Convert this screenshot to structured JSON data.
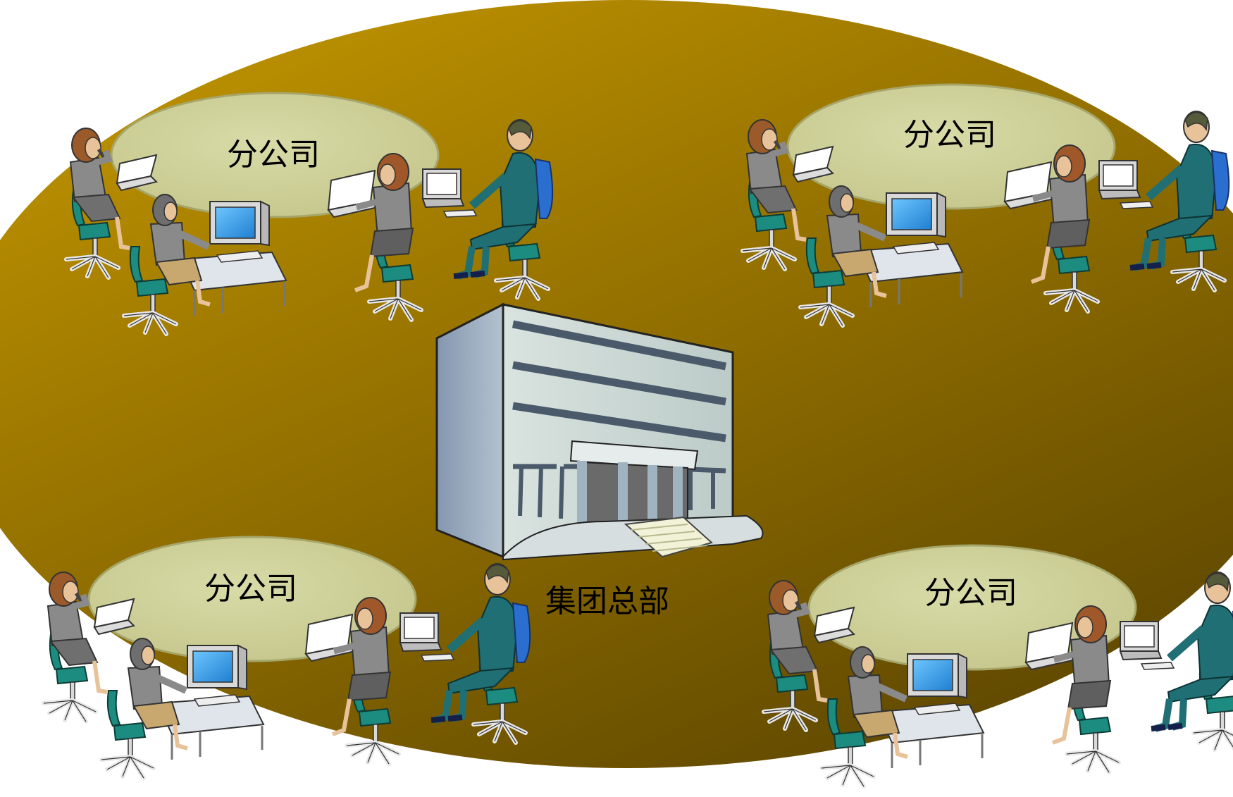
{
  "headquarters": {
    "label": "集团总部"
  },
  "branches": [
    {
      "label": "分公司"
    },
    {
      "label": "分公司"
    },
    {
      "label": "分公司"
    },
    {
      "label": "分公司"
    }
  ],
  "colors": {
    "platform_light": "#c89a00",
    "platform_dark": "#5e4700",
    "branch_table": "#cdcf95",
    "building_front": "#c8d4cf",
    "building_side": "#8fa0b4",
    "shirt_teal": "#1f6f74",
    "chair_teal": "#1d8c80",
    "chair_blue": "#2a6fd0",
    "suit_grey": "#8a8a8a"
  },
  "icons": [
    "office-building-icon",
    "person-at-desktop-icon",
    "person-at-laptop-icon",
    "person-on-phone-icon",
    "office-chair-icon"
  ]
}
